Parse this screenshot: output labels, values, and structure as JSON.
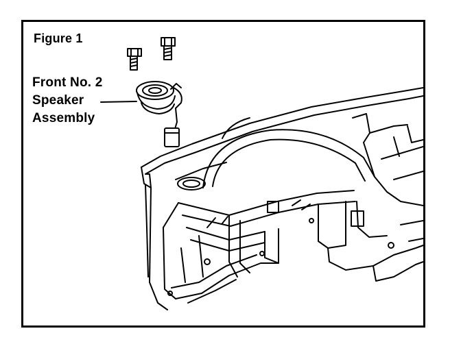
{
  "figure": {
    "title": "Figure 1"
  },
  "callout": {
    "line1": "Front No. 2",
    "line2": "Speaker",
    "line3": "Assembly"
  },
  "parts": [
    {
      "name": "bolt-icon"
    },
    {
      "name": "bolt-icon"
    },
    {
      "name": "speaker-assembly"
    },
    {
      "name": "instrument-panel"
    }
  ],
  "colors": {
    "ink": "#000000",
    "paper": "#ffffff"
  }
}
